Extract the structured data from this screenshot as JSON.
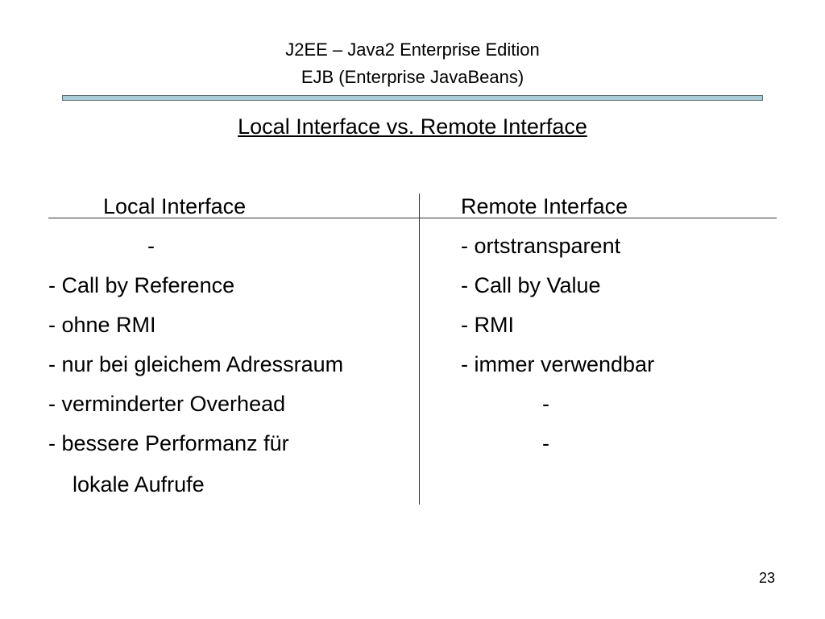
{
  "slide": {
    "title_line1": "J2EE – Java2 Enterprise Edition",
    "title_line2": "EJB (Enterprise JavaBeans)",
    "subtitle": "Local Interface vs. Remote Interface",
    "page_number": "23"
  },
  "table": {
    "headers": {
      "local": "Local Interface",
      "remote": "Remote Interface"
    },
    "local_rows": [
      "-",
      "- Call by Reference",
      "- ohne RMI",
      "- nur bei gleichem Adressraum",
      "- verminderter Overhead",
      "- bessere Performanz für",
      "lokale Aufrufe"
    ],
    "remote_rows": [
      "- ortstransparent",
      "- Call by Value",
      "- RMI",
      "- immer verwendbar",
      "-",
      "-"
    ]
  }
}
